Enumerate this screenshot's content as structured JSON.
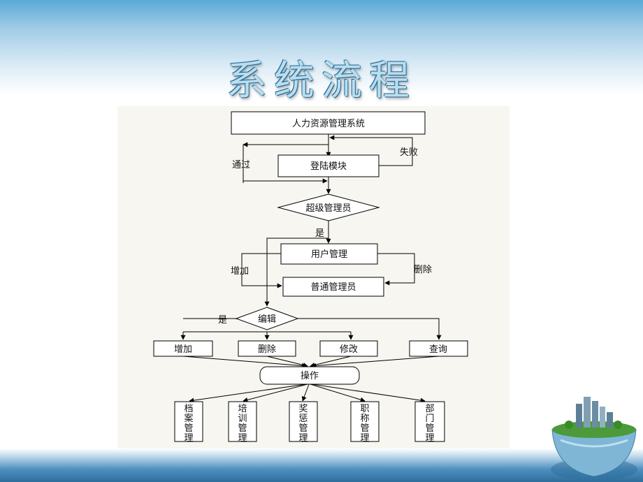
{
  "slide": {
    "title": "系统流程"
  },
  "diagram": {
    "nodes": {
      "system": "人力资源管理系统",
      "login": "登陆模块",
      "super_admin": "超级管理员",
      "user_mgmt": "用户管理",
      "normal_admin": "普通管理员",
      "edit": "编辑",
      "op_add": "增加",
      "op_delete": "删除",
      "op_modify": "修改",
      "op_query": "查询",
      "operate": "操作",
      "mod_archive": "档案管理",
      "mod_training": "培训管理",
      "mod_reward": "奖惩管理",
      "mod_title": "职称管理",
      "mod_dept": "部门管理"
    },
    "edge_labels": {
      "pass": "通过",
      "fail": "失败",
      "yes_super": "是",
      "add": "增加",
      "delete": "删除",
      "yes_edit": "是"
    }
  },
  "colors": {
    "title_fill": "#b9def0",
    "panel_bg": "#f7f6f1",
    "line": "#000000"
  },
  "icons": {
    "decoration": "globe-city-icon"
  }
}
